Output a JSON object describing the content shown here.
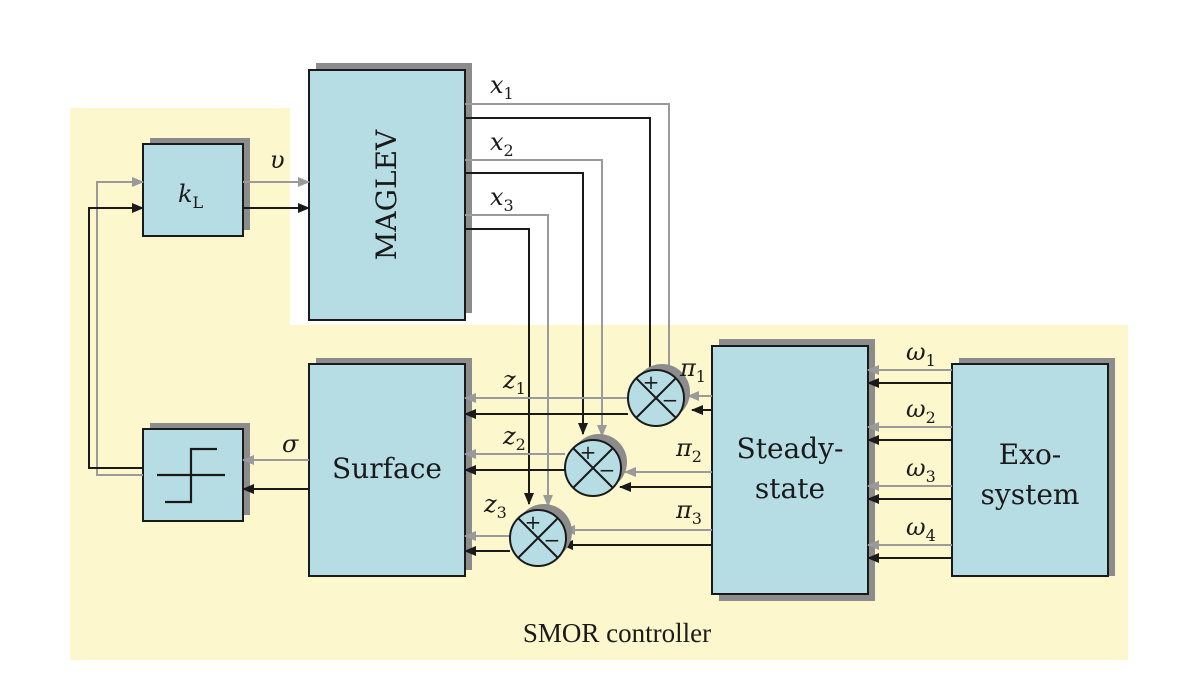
{
  "colors": {
    "region_fill": "#fcf7cd",
    "block_fill": "#b7dde4",
    "block_border": "#1a1a1a",
    "block_shadow": "#8c8c8c",
    "line_dark": "#1a1a1a",
    "line_gray": "#9a9a9a"
  },
  "blocks": {
    "gain": {
      "label_main": "k",
      "label_sub": "L"
    },
    "plant": {
      "label": "MAGLEV"
    },
    "switch": {
      "icon": "sign-switch-icon"
    },
    "surface": {
      "label": "Surface"
    },
    "steady": {
      "line1": "Steady-",
      "line2": "state"
    },
    "exo": {
      "line1": "Exo-",
      "line2": "system"
    }
  },
  "signals": {
    "v": "υ",
    "sigma": "σ",
    "x": [
      {
        "main": "x",
        "sub": "1"
      },
      {
        "main": "x",
        "sub": "2"
      },
      {
        "main": "x",
        "sub": "3"
      }
    ],
    "z": [
      {
        "main": "z",
        "sub": "1"
      },
      {
        "main": "z",
        "sub": "2"
      },
      {
        "main": "z",
        "sub": "3"
      }
    ],
    "pi": [
      {
        "main": "π",
        "sub": "1"
      },
      {
        "main": "π",
        "sub": "2"
      },
      {
        "main": "π",
        "sub": "3"
      }
    ],
    "omega": [
      {
        "main": "ω",
        "sub": "1"
      },
      {
        "main": "ω",
        "sub": "2"
      },
      {
        "main": "ω",
        "sub": "3"
      },
      {
        "main": "ω",
        "sub": "4"
      }
    ]
  },
  "summers": {
    "plus": "+",
    "minus": "−"
  },
  "caption": "SMOR controller"
}
